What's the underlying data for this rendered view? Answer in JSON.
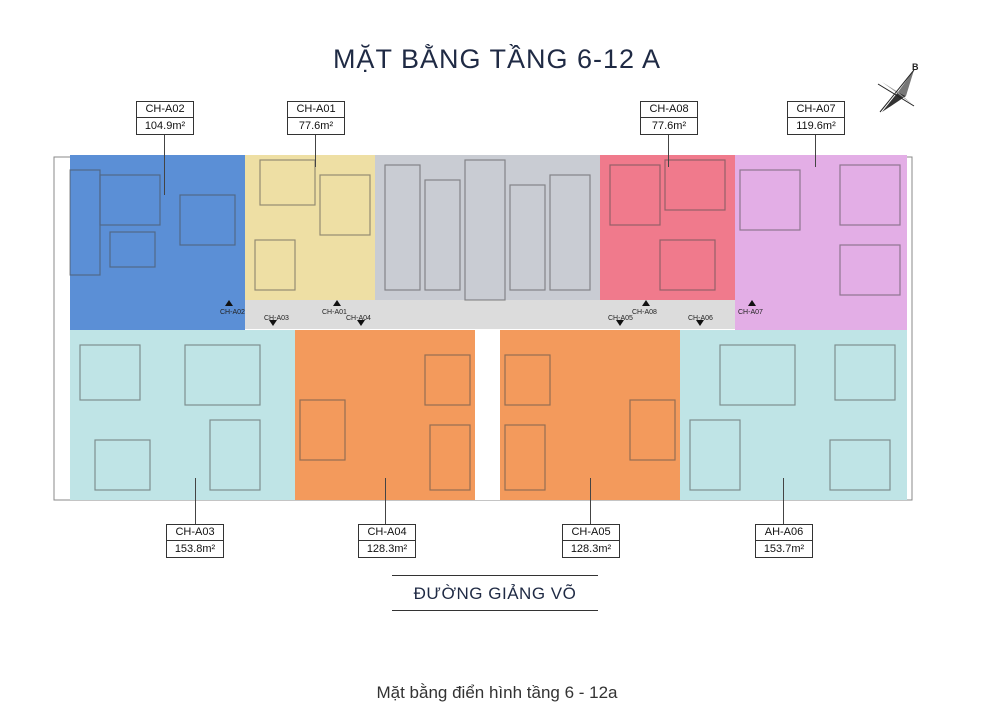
{
  "title": "MẶT BẰNG TẦNG 6-12 A",
  "compass_letter": "B",
  "units": [
    {
      "code": "CH-A02",
      "area": "104.9m²",
      "color": "#5b8fd6"
    },
    {
      "code": "CH-A01",
      "area": "77.6m²",
      "color": "#eedfa4"
    },
    {
      "code": "CH-A08",
      "area": "77.6m²",
      "color": "#f07a8c"
    },
    {
      "code": "CH-A07",
      "area": "119.6m²",
      "color": "#e3aee6"
    },
    {
      "code": "CH-A03",
      "area": "153.8m²",
      "color": "#bfe4e6"
    },
    {
      "code": "CH-A04",
      "area": "128.3m²",
      "color": "#f39a5c"
    },
    {
      "code": "CH-A05",
      "area": "128.3m²",
      "color": "#f39a5c"
    },
    {
      "code": "AH-A06",
      "area": "153.7m²",
      "color": "#bfe4e6"
    }
  ],
  "door_labels": [
    "CH-A02",
    "CH-A03",
    "CH-A01",
    "CH-A04",
    "CH-A05",
    "CH-A08",
    "CH-A06",
    "CH-A07"
  ],
  "core_color": "#c9ccd3",
  "corridor_color": "#dcdcdc",
  "road": "ĐƯỜNG GIẢNG VÕ",
  "caption": "Mặt bằng điển hình tầng 6 - 12a"
}
